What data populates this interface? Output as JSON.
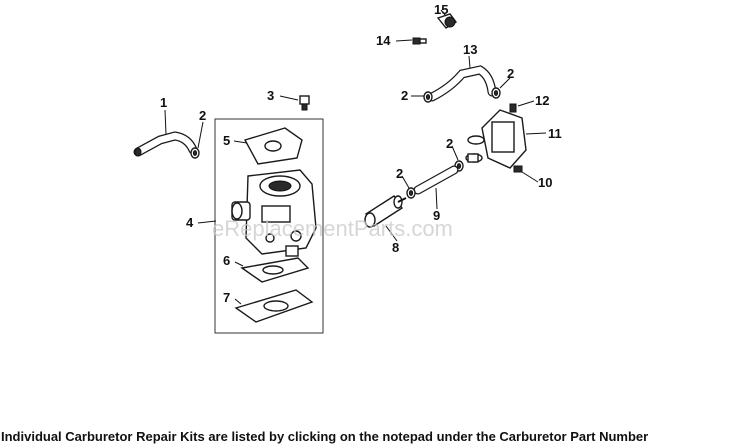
{
  "callouts": {
    "c1": "1",
    "c2a": "2",
    "c2b": "2",
    "c2c": "2",
    "c2d": "2",
    "c2e": "2",
    "c3": "3",
    "c4": "4",
    "c5": "5",
    "c6": "6",
    "c7": "7",
    "c8": "8",
    "c9": "9",
    "c10": "10",
    "c11": "11",
    "c12": "12",
    "c13": "13",
    "c14": "14",
    "c15": "15"
  },
  "watermark": "eReplacementParts.com",
  "footer_note": "Individual Carburetor Repair Kits are listed by clicking on the notepad under the Carburetor Part Number"
}
